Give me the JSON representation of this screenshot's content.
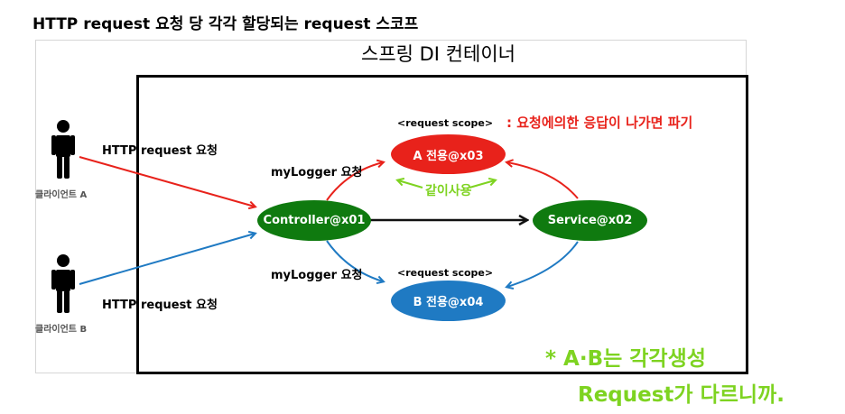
{
  "title": "HTTP request 요청 당 각각 할당되는 request 스코프",
  "container_title": "스프링 DI 컨테이너",
  "clients": [
    {
      "label": "클라이언트 A",
      "request_label": "HTTP request 요청"
    },
    {
      "label": "클라이언트 B",
      "request_label": "HTTP request 요청"
    }
  ],
  "nodes": {
    "controller": "Controller@x01",
    "service": "Service@x02",
    "bean_a": "A 전용@x03",
    "bean_b": "B 전용@x04"
  },
  "edge_labels": {
    "mylogger_top": "myLogger 요청",
    "mylogger_bottom": "myLogger 요청",
    "scope_top": "<request scope>",
    "scope_bottom": "<request scope>"
  },
  "red_note": ": 요청에의한 응답이 나가면 파기",
  "handwritten": {
    "shared": "같이사용",
    "note_line1": "* A·B는 각각생성",
    "note_line2": "Request가 다르니까."
  },
  "colors": {
    "red": "#e8221b",
    "blue": "#1f7ac3",
    "green": "#0f7a0f",
    "handwriting": "#7ed321"
  }
}
